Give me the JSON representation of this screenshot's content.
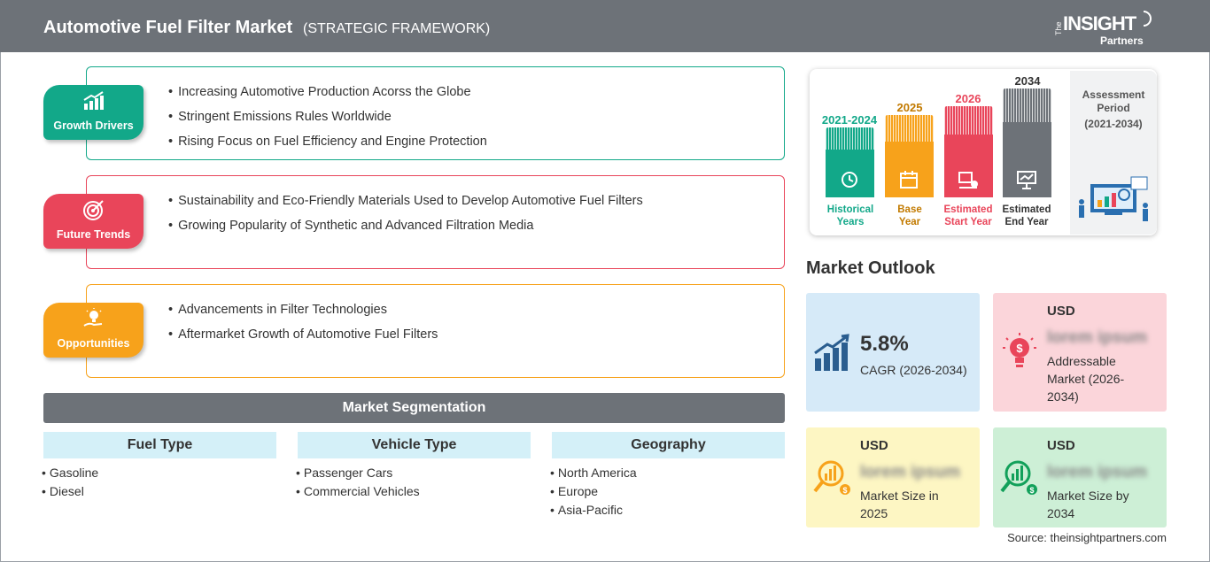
{
  "header": {
    "title": "Automotive Fuel Filter Market",
    "subtitle": "(STRATEGIC FRAMEWORK)",
    "logo_the": "The",
    "logo_insight": "INSIGHT",
    "logo_partners": "Partners"
  },
  "framework": {
    "drivers": {
      "label": "Growth Drivers",
      "color": "#12a889",
      "icon": "bar-chart-icon",
      "items": [
        "Increasing Automotive Production Acorss the Globe",
        "Stringent Emissions Rules Worldwide",
        "Rising Focus on Fuel Efficiency and Engine Protection"
      ]
    },
    "trends": {
      "label": "Future Trends",
      "color": "#e9455a",
      "icon": "target-icon",
      "items": [
        "Sustainability and Eco-Friendly Materials Used to Develop Automotive Fuel Filters",
        "Growing Popularity of Synthetic and Advanced Filtration Media"
      ]
    },
    "opportunities": {
      "label": "Opportunities",
      "color": "#f7a21b",
      "icon": "lightbulb-hand-icon",
      "items": [
        "Advancements in Filter Technologies",
        "Aftermarket Growth of Automotive Fuel Filters"
      ]
    }
  },
  "segmentation": {
    "title": "Market Segmentation",
    "columns": [
      {
        "heading": "Fuel Type",
        "items": [
          "Gasoline",
          "Diesel"
        ]
      },
      {
        "heading": "Vehicle Type",
        "items": [
          "Passenger Cars",
          "Commercial Vehicles"
        ]
      },
      {
        "heading": "Geography",
        "items": [
          "North America",
          "Europe",
          "Asia-Pacific"
        ]
      }
    ]
  },
  "timeline": {
    "periods": [
      {
        "year": "2021-2024",
        "label_line1": "Historical",
        "label_line2": "Years",
        "color": "#12a889"
      },
      {
        "year": "2025",
        "label_line1": "Base",
        "label_line2": "Year",
        "color": "#f7a21b"
      },
      {
        "year": "2026",
        "label_line1": "Estimated",
        "label_line2": "Start Year",
        "color": "#e9455a"
      },
      {
        "year": "2034",
        "label_line1": "Estimated",
        "label_line2": "End Year",
        "color": "#6d7278"
      }
    ],
    "assessment_label": "Assessment Period",
    "assessment_range": "(2021-2034)"
  },
  "outlook": {
    "title": "Market Outlook",
    "cagr": {
      "value": "5.8%",
      "label": "CAGR (2026-2034)",
      "bg": "#d6eaf8"
    },
    "addressable": {
      "currency": "USD",
      "value": "lorem ipsum",
      "label": "Addressable Market (2026-2034)",
      "bg": "#fbd5da"
    },
    "size_2025": {
      "currency": "USD",
      "value": "lorem ipsum",
      "label": "Market Size in 2025",
      "bg": "#fdf6c3"
    },
    "size_2034": {
      "currency": "USD",
      "value": "lorem ipsum",
      "label": "Market Size by 2034",
      "bg": "#cdefd6"
    }
  },
  "source": "Source: theinsightpartners.com"
}
